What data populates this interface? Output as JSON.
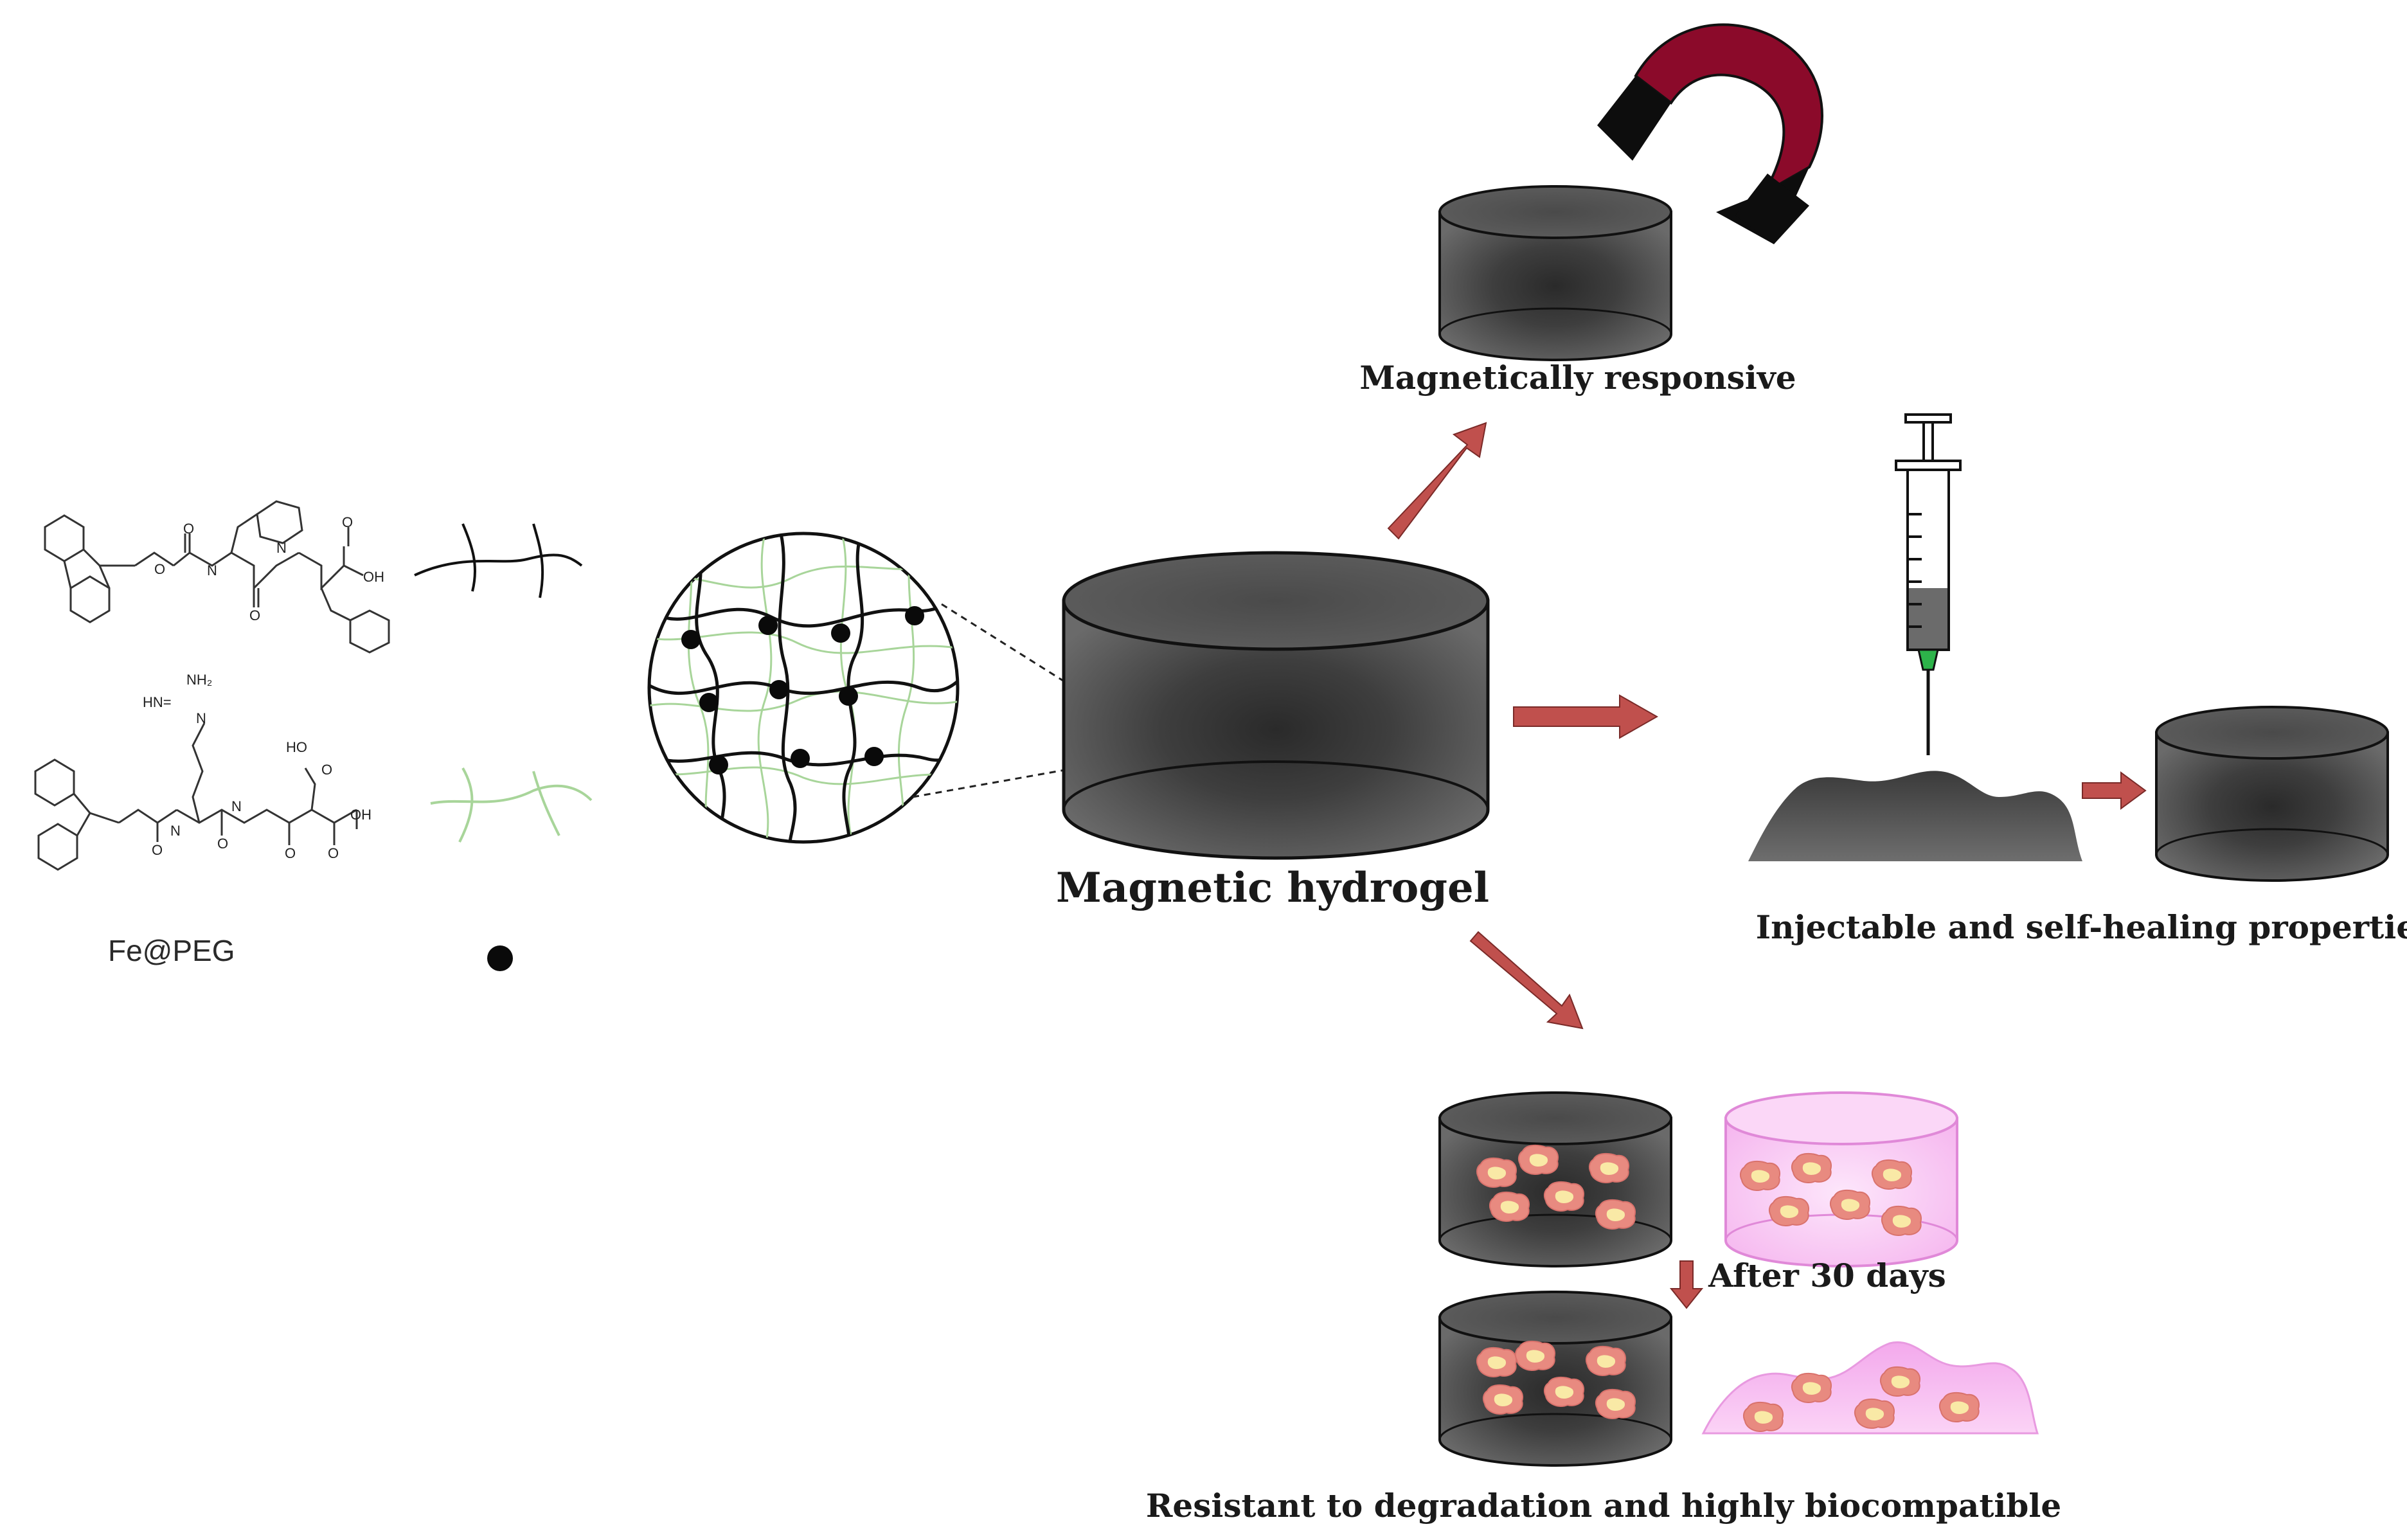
{
  "labels": {
    "magnetic_hydrogel": "Magnetic hydrogel",
    "magnetically_responsive": "Magnetically responsive",
    "injectable": "Injectable and self-healing properties",
    "after_30_days": "After 30 days",
    "resistant": "Resistant to degradation and  highly biocompatible",
    "fe_peg": "Fe@PEG"
  },
  "chem_atoms": {
    "o": "O",
    "oh": "OH",
    "ho": "HO",
    "h": "H",
    "n": "N",
    "nh2": "NH₂",
    "hn": "HN="
  },
  "colors": {
    "hydrogel_dark": "#3c3c3c",
    "hydrogel_center": "#8a8a8a",
    "arrow": "#c0504d",
    "magnet": "#8b0a2a",
    "degraded_pink": "#f7b9f0",
    "cell_pink": "#e88a80",
    "cell_yellow": "#f9e9a6",
    "network_green": "#a8d59a",
    "needle_green": "#2db34a"
  },
  "icons": [
    "magnet-icon",
    "syringe-icon",
    "hydrogel-cylinder-icon",
    "network-circle-icon",
    "cell-icon",
    "nanoparticle-dot-icon"
  ]
}
